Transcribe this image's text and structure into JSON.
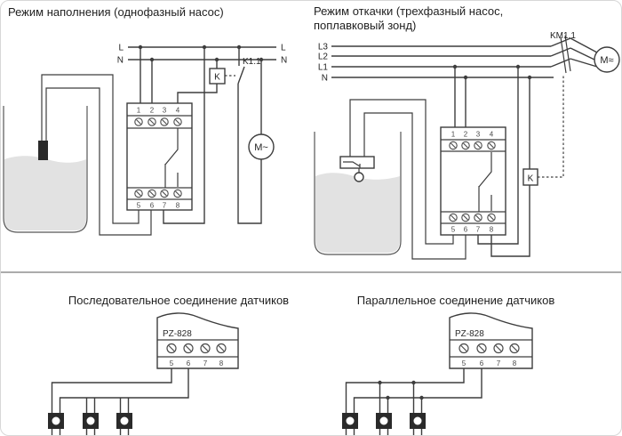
{
  "colors": {
    "wire": "#3d3d3d",
    "text": "#1f1f1f",
    "water": "#e2e2e2",
    "sensor_body": "#2a2a2a",
    "divider": "#8f8f8f",
    "terminal_text": "#4a4a4a"
  },
  "fill_mode": {
    "title": "Режим наполнения (однофазный насос)",
    "line_l_left": "L",
    "line_n_left": "N",
    "line_l_right": "L",
    "line_n_right": "N",
    "relay_coil": "K",
    "relay_contact": "K1.1",
    "motor": "M~",
    "module": {
      "top_terminals": [
        "1",
        "2",
        "3",
        "4"
      ],
      "bottom_terminals": [
        "5",
        "6",
        "7",
        "8"
      ]
    }
  },
  "drain_mode": {
    "title_line1": "Режим откачки (трехфазный насос,",
    "title_line2": "поплавковый зонд)",
    "line_l3": "L3",
    "line_l2": "L2",
    "line_l1": "L1",
    "line_n": "N",
    "contactor": "KM1.1",
    "relay_coil": "K",
    "motor": "M≈",
    "module": {
      "top_terminals": [
        "1",
        "2",
        "3",
        "4"
      ],
      "bottom_terminals": [
        "5",
        "6",
        "7",
        "8"
      ]
    }
  },
  "series_connection": {
    "title": "Последовательное соединение датчиков",
    "device_label": "PZ-828",
    "terminals": [
      "5",
      "6",
      "7",
      "8"
    ]
  },
  "parallel_connection": {
    "title": "Параллельное соединение датчиков",
    "device_label": "PZ-828",
    "terminals": [
      "5",
      "6",
      "7",
      "8"
    ]
  }
}
